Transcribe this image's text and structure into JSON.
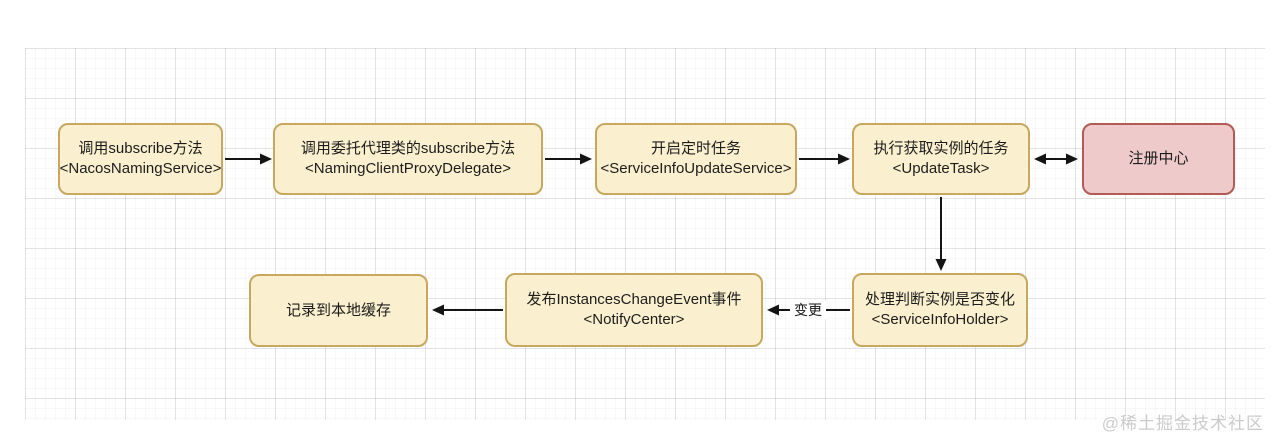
{
  "diagram": {
    "nodes": [
      {
        "id": "nacos-naming-service",
        "line1": "调用subscribe方法",
        "line2": "<NacosNamingService>"
      },
      {
        "id": "naming-client-proxy-delegate",
        "line1": "调用委托代理类的subscribe方法",
        "line2": "<NamingClientProxyDelegate>"
      },
      {
        "id": "service-info-update-service",
        "line1": "开启定时任务",
        "line2": "<ServiceInfoUpdateService>"
      },
      {
        "id": "update-task",
        "line1": "执行获取实例的任务",
        "line2": "<UpdateTask>"
      },
      {
        "id": "registry-center",
        "line1": "注册中心"
      },
      {
        "id": "service-info-holder",
        "line1": "处理判断实例是否变化",
        "line2": "<ServiceInfoHolder>"
      },
      {
        "id": "notify-center",
        "line1": "发布InstancesChangeEvent事件",
        "line2": "<NotifyCenter>"
      },
      {
        "id": "local-cache",
        "line1": "记录到本地缓存"
      }
    ],
    "edge_label_change": "变更",
    "colors": {
      "node_fill": "#faf0cf",
      "node_border": "#c8a75e",
      "registry_fill": "#eecbca",
      "registry_border": "#b15b55",
      "arrow": "#141414",
      "grid_line": "#ececec"
    }
  },
  "watermark": "@稀土掘金技术社区"
}
